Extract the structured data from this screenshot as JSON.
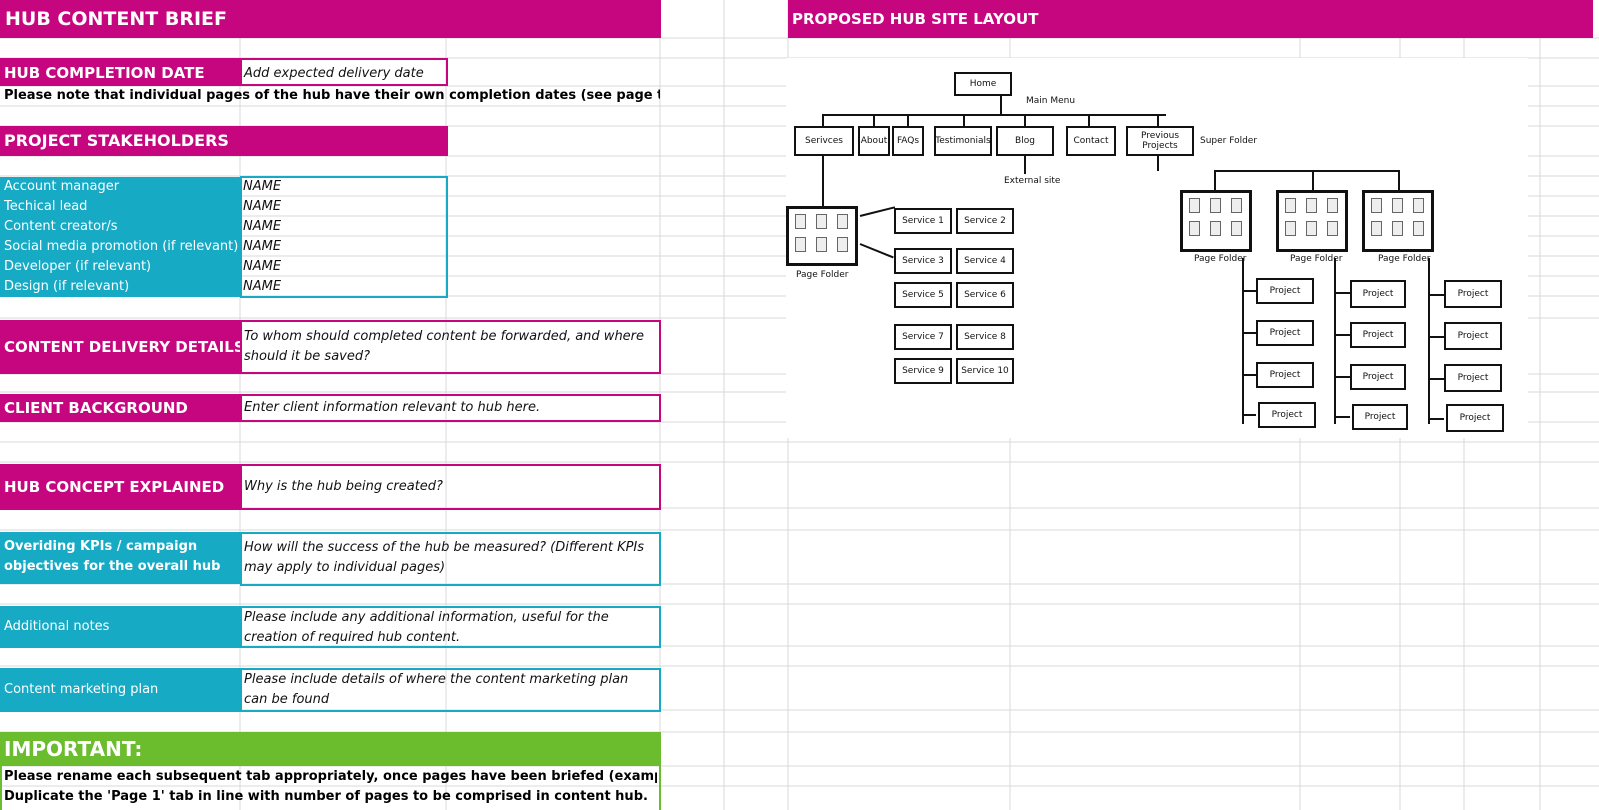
{
  "brief": {
    "title": "HUB CONTENT BRIEF",
    "completion_label": "HUB COMPLETION DATE",
    "completion_value": "Add expected delivery date",
    "completion_note": "Please note that individual pages of the hub have their own completion dates (see page tabs).",
    "stakeholders_label": "PROJECT STAKEHOLDERS",
    "stakeholders": [
      {
        "role": "Account manager",
        "name": "NAME"
      },
      {
        "role": "Techical lead",
        "name": "NAME"
      },
      {
        "role": "Content creator/s",
        "name": "NAME"
      },
      {
        "role": "Social media promotion (if relevant)",
        "name": "NAME"
      },
      {
        "role": "Developer (if relevant)",
        "name": "NAME"
      },
      {
        "role": "Design (if relevant)",
        "name": "NAME"
      }
    ],
    "delivery_label": "CONTENT DELIVERY DETAILS",
    "delivery_value": "To whom should completed content be forwarded, and where should it be saved?",
    "background_label": "CLIENT BACKGROUND",
    "background_value": "Enter client information relevant to hub here.",
    "concept_label": "HUB CONCEPT EXPLAINED",
    "concept_value": "Why is the hub being created?",
    "kpi_label": "Overiding KPIs / campaign objectives for the overall hub",
    "kpi_value": "How will the success of the hub be measured? (Different KPIs may apply to individual pages)",
    "notes_label": "Additional notes",
    "notes_value": "Please include any additional information, useful for the creation of required hub content.",
    "plan_label": "Content marketing plan",
    "plan_value": "Please include details of where the content marketing plan can be found",
    "important_label": "IMPORTANT:",
    "important_line1": "Please rename each subsequent tab appropriately, once pages have been briefed (example below).",
    "important_line2": "Duplicate the 'Page 1' tab in line with number of pages to be comprised in content hub."
  },
  "layout": {
    "title": "PROPOSED HUB SITE LAYOUT",
    "home": "Home",
    "main_menu": "Main Menu",
    "menu_items": [
      "Serivces",
      "About",
      "FAQs",
      "Testimonials",
      "Blog",
      "Contact",
      "Previous Projects"
    ],
    "super_folder": "Super Folder",
    "external_site": "External site",
    "page_folder": "Page Folder",
    "services": [
      "Service 1",
      "Service 2",
      "Service 3",
      "Service 4",
      "Service 5",
      "Service 6",
      "Service 7",
      "Service 8",
      "Service 9",
      "Service 10"
    ],
    "project": "Project"
  }
}
